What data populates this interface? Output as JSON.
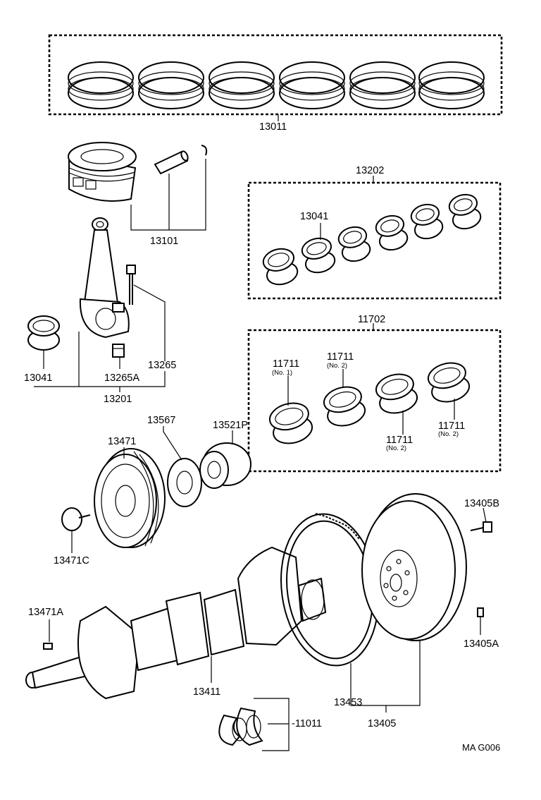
{
  "labels": {
    "piston_ring_set": "13011",
    "piston_and_pin": "13101",
    "crank_bearing_set": "13202",
    "bearing_13041_upper": "13041",
    "main_bearing_set": "11702",
    "main_bearing_no1": "11711",
    "main_bearing_no1_note": "(No. 1)",
    "main_bearing_no2_a": "11711",
    "main_bearing_no2_a_note": "(No. 2)",
    "main_bearing_no2_b": "11711",
    "main_bearing_no2_b_note": "(No. 2)",
    "main_bearing_no2_c": "11711",
    "main_bearing_no2_c_note": "(No. 2)",
    "rod_bearing": "13041",
    "rod_nut": "13265A",
    "rod_bolt": "13265",
    "connecting_rod": "13201",
    "plate": "13567",
    "timing_pulley": "13521P",
    "crank_pulley": "13471",
    "pulley_bolt": "13471C",
    "flywheel_bolt": "13405B",
    "key": "13471A",
    "pin": "13405A",
    "crankshaft": "13411",
    "ring_gear": "13453",
    "flywheel": "13405",
    "thrust_washer": "-11011",
    "figure_code": "MA G006"
  }
}
